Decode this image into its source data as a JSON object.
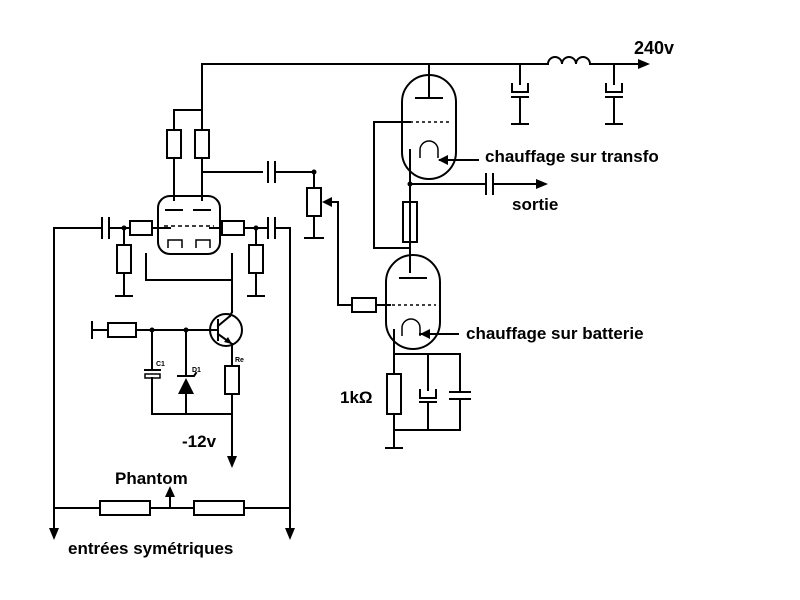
{
  "labels": {
    "supply": "240v",
    "heater_top": "chauffage sur transfo",
    "output": "sortie",
    "heater_bottom": "chauffage sur batterie",
    "cathode_resistor": "1kΩ",
    "neg_supply": "-12v",
    "phantom": "Phantom",
    "inputs": "entrées symétriques",
    "c1": "C1",
    "d1": "D1",
    "re": "Re"
  }
}
